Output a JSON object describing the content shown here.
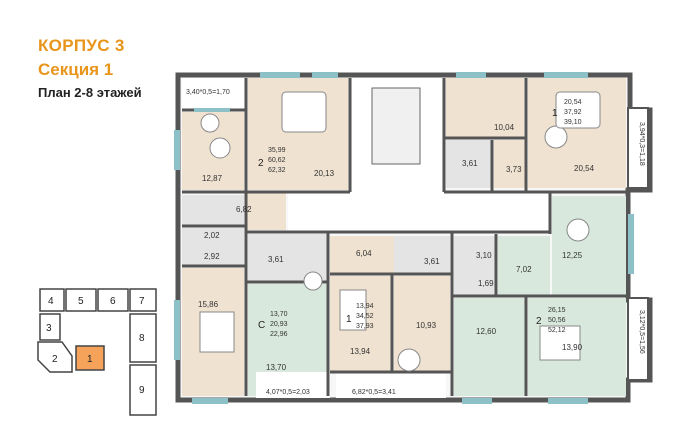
{
  "header": {
    "building": "КОРПУС 3",
    "section": "Секция 1",
    "floors": "План 2-8 этажей"
  },
  "colors": {
    "accent": "#e8951c",
    "wall": "#555555",
    "beige": "#efe2d0",
    "green": "#d8e8dc",
    "gray": "#e4e4e4",
    "window": "#8cc1c8"
  },
  "key_plan": {
    "sections": [
      "4",
      "5",
      "6",
      "7",
      "3",
      "8",
      "2",
      "1",
      "9"
    ],
    "current": "1"
  },
  "apartments": [
    {
      "rooms": "2",
      "areas": [
        "35,99",
        "60,62",
        "62,32"
      ]
    },
    {
      "rooms": "1",
      "areas": [
        "20,54",
        "37,92",
        "39,10"
      ]
    },
    {
      "rooms": "С",
      "areas": [
        "13,70",
        "20,93",
        "22,96"
      ]
    },
    {
      "rooms": "1",
      "areas": [
        "13,94",
        "34,52",
        "37,93"
      ]
    },
    {
      "rooms": "2",
      "areas": [
        "26,15",
        "50,56",
        "52,12"
      ]
    }
  ],
  "room_labels": {
    "balcony_top_left": "3,40*0,5=1,70",
    "living_a": "20,13",
    "kitchen_a": "12,87",
    "hall_a": "6,82",
    "wc_a": "2,02",
    "bath_a": "2,92",
    "bedroom_a": "15,86",
    "kitchen_b": "10,04",
    "bath_b": "3,61",
    "hall_b": "3,73",
    "living_b": "20,54",
    "balcony_right_top": "3,94*0,3=1,18",
    "hall_center": "6,04",
    "bath_c": "3,61",
    "studio_c": "13,70",
    "balcony_bottom_left": "4,07*0,5=2,03",
    "room_d": "13,94",
    "kitchen_d": "10,93",
    "balcony_bottom_center": "6,82*0,5=3,41",
    "bath_d": "3,61",
    "bath_e": "3,10",
    "wc_e": "1,69",
    "hall_e": "7,02",
    "kitchen_e": "12,25",
    "room_e1": "12,60",
    "room_e2": "13,90",
    "balcony_right_bottom": "3,12*0,5=1,56"
  }
}
